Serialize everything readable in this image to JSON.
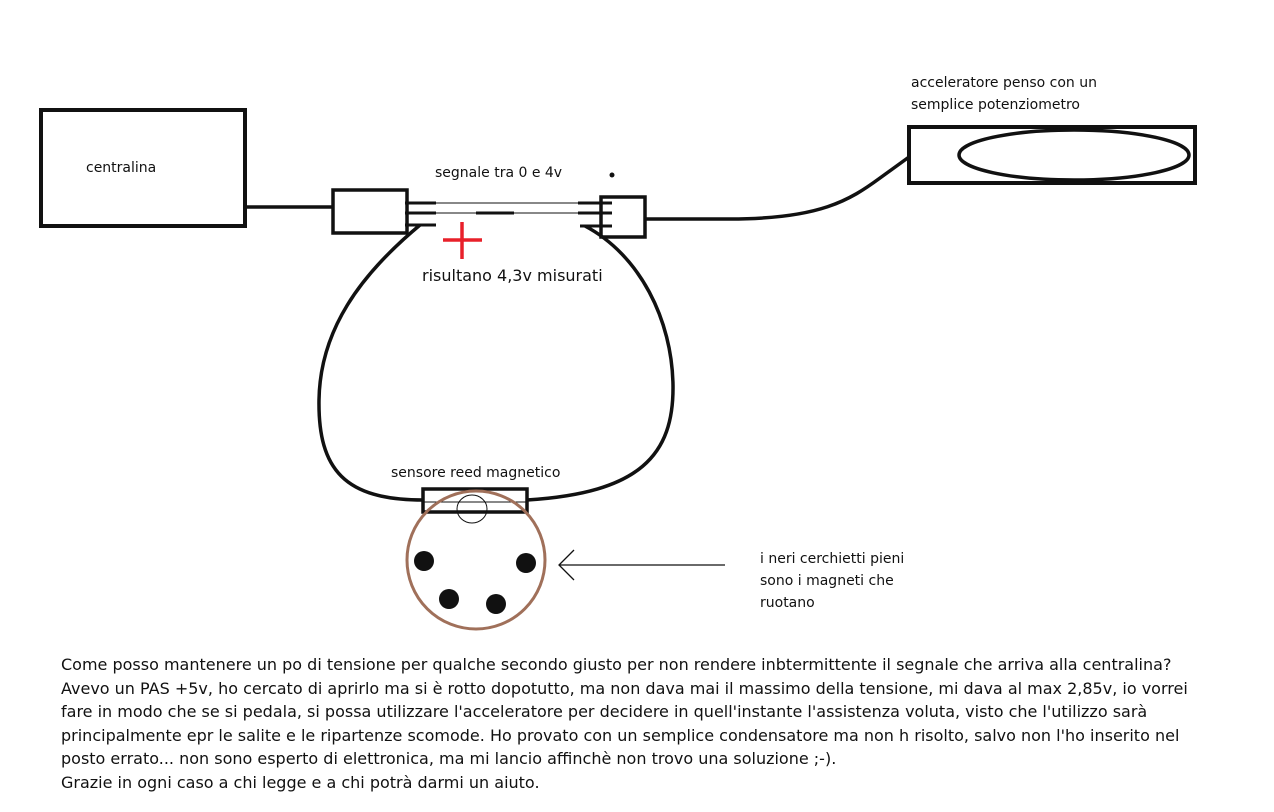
{
  "labels": {
    "centralina": "centralina",
    "segnale": "segnale tra 0 e 4v",
    "acceleratore_line1": "acceleratore penso con un",
    "acceleratore_line2": "semplice potenziometro",
    "risultano": "risultano 4,3v misurati",
    "sensore": "sensore reed magnetico",
    "magneti_line1": "i neri cerchietti pieni",
    "magneti_line2": "sono i magneti che",
    "magneti_line3": "ruotano"
  },
  "question_lines": [
    "Come posso mantenere un po di tensione per qualche secondo giusto per non rendere inbtermittente il segnale che arriva alla centralina?",
    "Avevo un PAS +5v, ho cercato di aprirlo ma si è rotto dopotutto, ma non dava mai il massimo della tensione, mi dava al max 2,85v, io vorrei",
    "fare in modo che se si pedala, si possa utilizzare l'acceleratore per decidere in quell'instante l'assistenza voluta, visto che l'utilizzo sarà",
    "principalmente epr le salite e le ripartenze scomode. Ho provato con un semplice condensatore ma non h risolto, salvo non l'ho inserito nel",
    "posto errato... non sono esperto di elettronica, ma mi lancio affinchè non trovo una soluzione ;-).",
    "Grazie in ogni caso a chi legge e a chi potrà darmi un aiuto."
  ],
  "colors": {
    "ink": "#111111",
    "plus_marker": "#e8202a",
    "wheel": "#a0705a"
  },
  "icons": {
    "plus": "red-plus-marker",
    "arrow": "left-arrow"
  }
}
